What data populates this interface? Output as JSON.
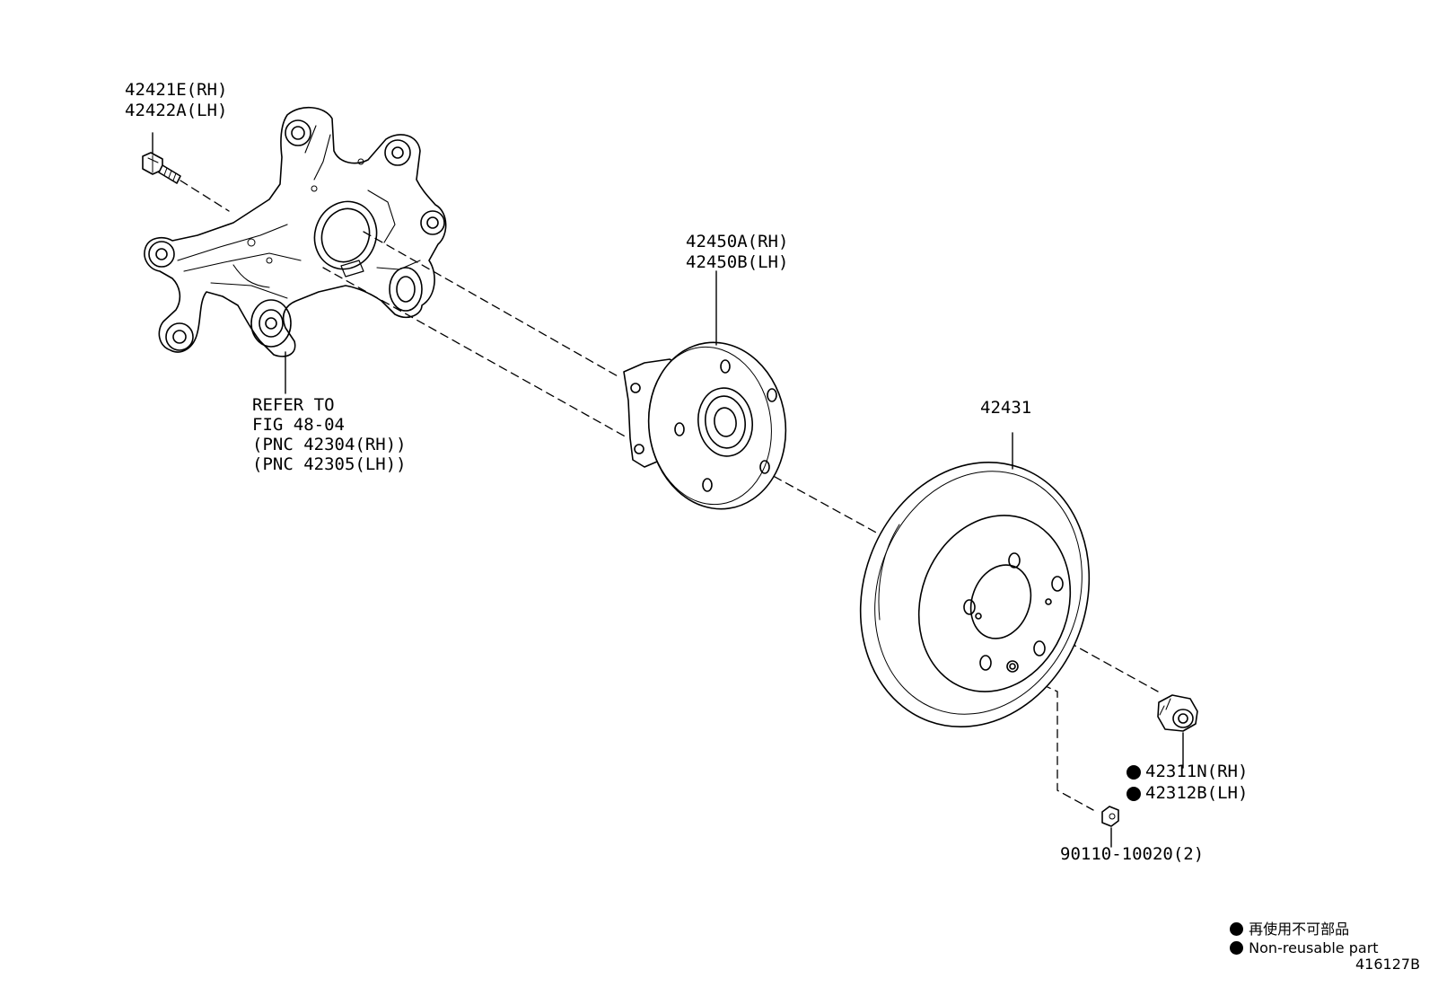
{
  "labels": {
    "bolt_rh": "42421E(RH)",
    "bolt_lh": "42422A(LH)",
    "knuckle_ref_1": "REFER TO",
    "knuckle_ref_2": "FIG 48-04",
    "knuckle_ref_3": "(PNC 42304(RH))",
    "knuckle_ref_4": "(PNC 42305(LH))",
    "hub_rh": "42450A(RH)",
    "hub_lh": "42450B(LH)",
    "disc": "42431",
    "nut_rh": "42311N(RH)",
    "nut_lh": "42312B(LH)",
    "screw": "90110-10020(2)"
  },
  "legend": {
    "japanese": "再使用不可部品",
    "english": "Non-reusable part"
  },
  "figure_id": "416127B",
  "icons": {
    "non_reusable_marker": "filled-circle-icon"
  }
}
